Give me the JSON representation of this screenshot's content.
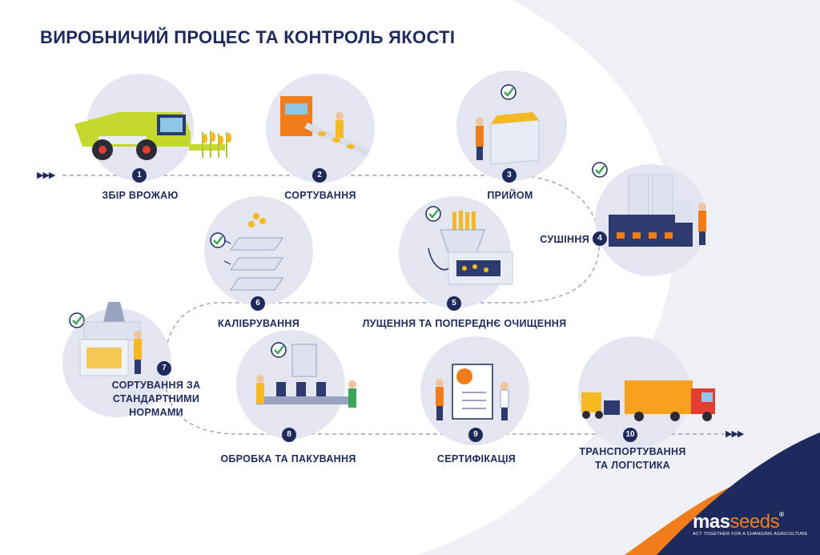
{
  "title": "ВИРОБНИЧИЙ ПРОЦЕС ТА КОНТРОЛЬ ЯКОСТІ",
  "steps": [
    {
      "num": "1",
      "label": "ЗБІР ВРОЖАЮ",
      "icon": "combine-harvester-icon"
    },
    {
      "num": "2",
      "label": "СОРТУВАННЯ",
      "icon": "sorting-conveyor-icon"
    },
    {
      "num": "3",
      "label": "ПРИЙОМ",
      "icon": "grain-bin-icon"
    },
    {
      "num": "4",
      "label": "СУШІННЯ",
      "icon": "dryer-silo-icon"
    },
    {
      "num": "5",
      "label": "ЛУЩЕННЯ ТА ПОПЕРЕДНЄ ОЧИЩЕННЯ",
      "icon": "husking-machine-icon"
    },
    {
      "num": "6",
      "label": "КАЛІБРУВАННЯ",
      "icon": "calibration-sieves-icon"
    },
    {
      "num": "7",
      "label_lines": [
        "СОРТУВАННЯ ЗА",
        "СТАНДАРТНИМИ",
        "НОРМАМИ"
      ],
      "icon": "optical-sorter-icon"
    },
    {
      "num": "8",
      "label": "ОБРОБКА ТА ПАКУВАННЯ",
      "icon": "packing-line-icon"
    },
    {
      "num": "9",
      "label": "СЕРТИФІКАЦІЯ",
      "icon": "certificate-icon"
    },
    {
      "num": "10",
      "label_lines": [
        "ТРАНСПОРТУВАННЯ",
        "ТА ЛОГІСТИКА"
      ],
      "icon": "truck-forklift-icon"
    }
  ],
  "flow": {
    "start_arrows": "▶▶▶",
    "end_arrows": "▶▶▶"
  },
  "logo": {
    "brand_main": "mas",
    "brand_accent": "seeds",
    "reg": "®",
    "tagline": "ACT TOGETHER FOR A CHANGING AGRICULTURE"
  },
  "colors": {
    "navy": "#1f2a5c",
    "orange": "#f07d1a",
    "yellow": "#f6b820",
    "lime": "#c4d82e",
    "check_green": "#3ba55c",
    "background": "#eef0f6"
  }
}
